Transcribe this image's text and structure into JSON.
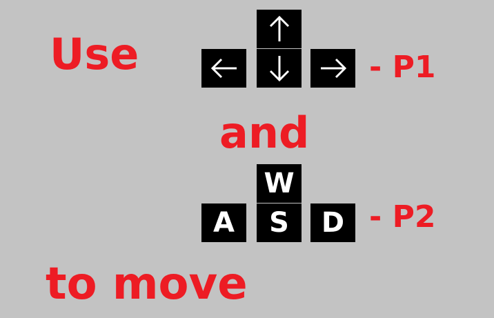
{
  "colors": {
    "background": "#c3c3c3",
    "text": "#ed1c24",
    "key_background": "#000000",
    "key_foreground": "#ffffff"
  },
  "text": {
    "use": "Use",
    "and": "and",
    "to_move": "to move"
  },
  "player1": {
    "label": "- P1",
    "keys": [
      {
        "name": "up",
        "icon": "arrow-up-icon"
      },
      {
        "name": "left",
        "icon": "arrow-left-icon"
      },
      {
        "name": "down",
        "icon": "arrow-down-icon"
      },
      {
        "name": "right",
        "icon": "arrow-right-icon"
      }
    ]
  },
  "player2": {
    "label": "- P2",
    "keys": {
      "up": "W",
      "left": "A",
      "down": "S",
      "right": "D"
    }
  }
}
